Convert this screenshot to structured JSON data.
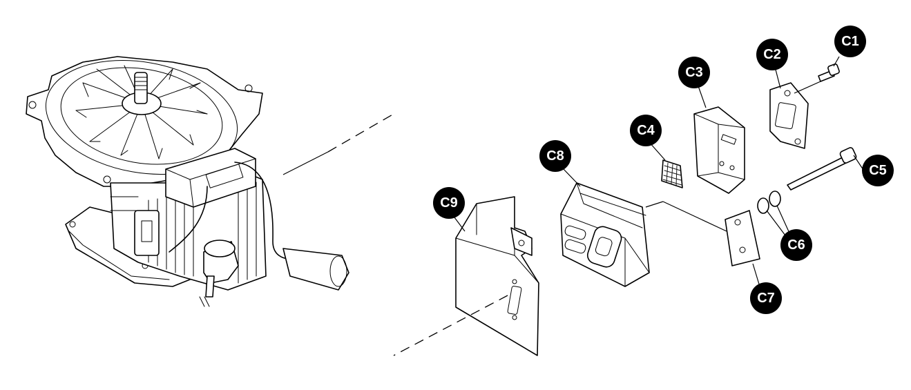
{
  "callouts": [
    {
      "id": "C1",
      "label": "C1"
    },
    {
      "id": "C2",
      "label": "C2"
    },
    {
      "id": "C3",
      "label": "C3"
    },
    {
      "id": "C4",
      "label": "C4"
    },
    {
      "id": "C5",
      "label": "C5"
    },
    {
      "id": "C6",
      "label": "C6"
    },
    {
      "id": "C7",
      "label": "C7"
    },
    {
      "id": "C8",
      "label": "C8"
    },
    {
      "id": "C9",
      "label": "C9"
    }
  ]
}
